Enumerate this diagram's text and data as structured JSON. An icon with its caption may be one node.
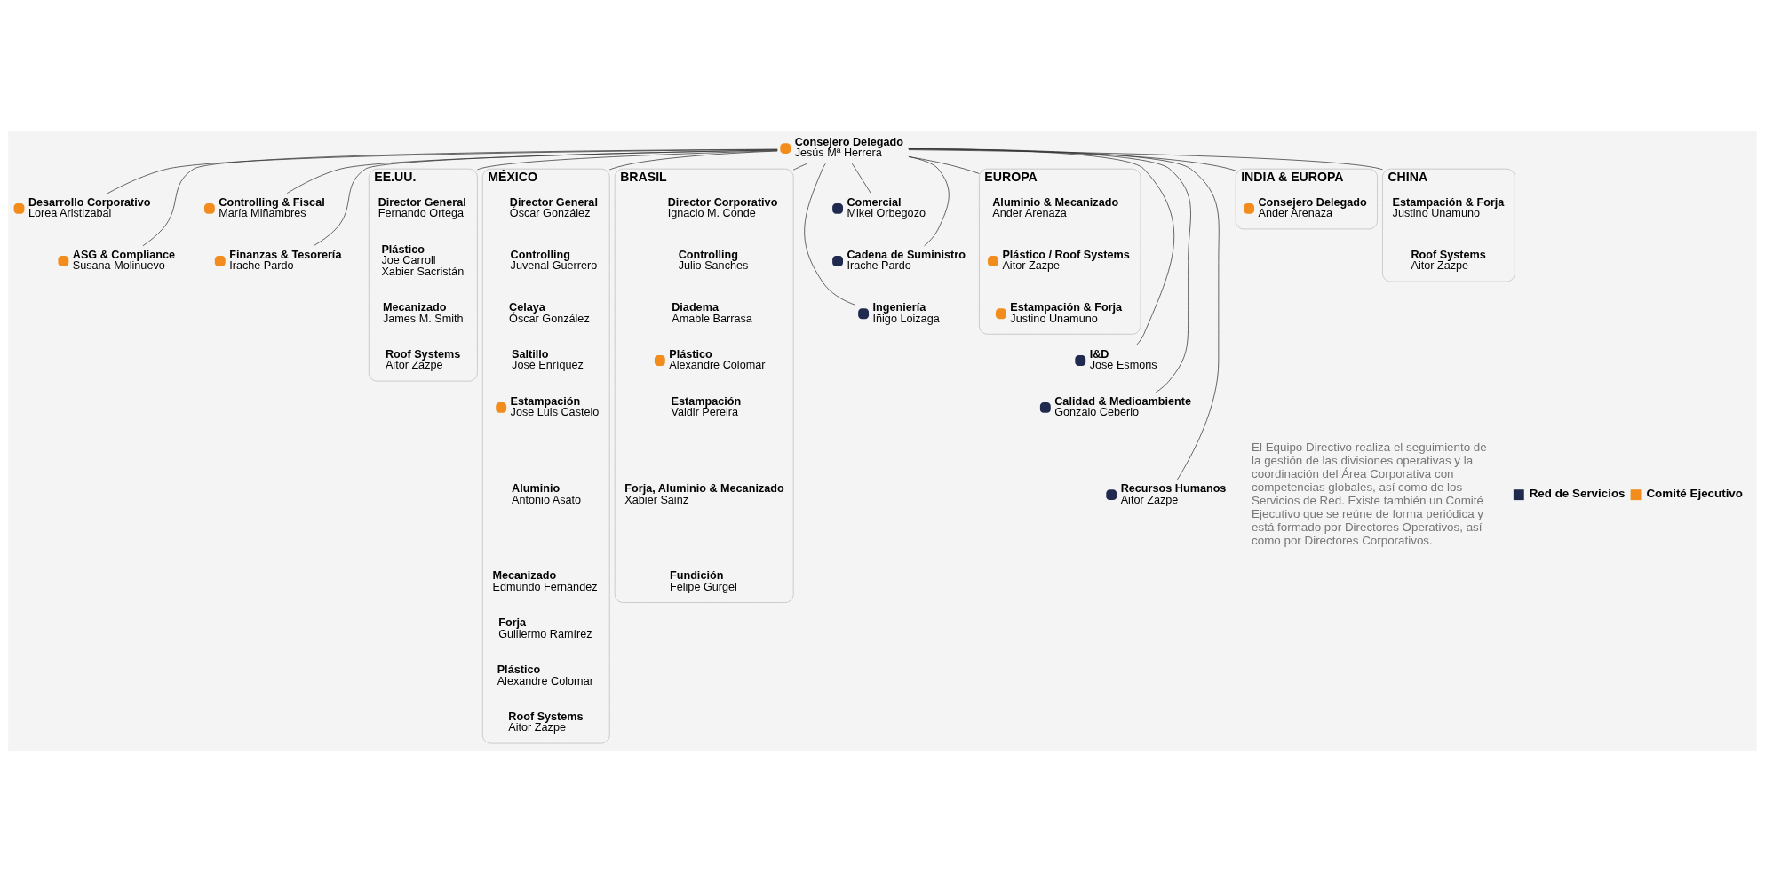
{
  "diagram": {
    "nodes": [
      {
        "text": [
          "Consejero Delegado",
          "Jesús Mª Herrera"
        ]
      },
      {
        "text": [
          "Desarrollo Corporativo",
          "Lorea Aristizabal"
        ]
      },
      {
        "text": [
          "Controlling & Fiscal",
          "María Miñambres"
        ]
      },
      {
        "text": [
          "ASG & Compliance",
          "Susana Molinuevo"
        ]
      },
      {
        "text": [
          "Finanzas & Tesorería",
          "Irache Pardo"
        ]
      },
      {
        "text": [
          "Comercial",
          "Mikel Orbegozo"
        ]
      },
      {
        "text": [
          "Cadena de Suministro",
          "Irache Pardo"
        ]
      },
      {
        "text": [
          "Ingeniería",
          "Iñigo Loizaga"
        ]
      },
      {
        "text": [
          "I&D",
          "Jose Esmoris"
        ]
      },
      {
        "text": [
          "Calidad & Medioambiente",
          "Gonzalo Ceberio"
        ]
      },
      {
        "text": [
          "Recursos Humanos",
          "Aitor Zazpe"
        ]
      },
      {
        "text": [
          "EE.UU."
        ]
      },
      {
        "text": [
          "Director General",
          "Fernando Ortega"
        ],
        "in": 11
      },
      {
        "text": [
          "Plástico",
          "Joe Carroll",
          "Xabier Sacristán"
        ],
        "in": 11
      },
      {
        "text": [
          "Mecanizado",
          "James M. Smith"
        ],
        "in": 11
      },
      {
        "text": [
          "Roof Systems",
          "Aitor Zazpe"
        ],
        "in": 11
      },
      {
        "text": [
          "MÉXICO"
        ]
      },
      {
        "text": [
          "Director General",
          "Óscar González"
        ],
        "in": 16
      },
      {
        "text": [
          "Controlling",
          "Juvenal Guerrero"
        ],
        "in": 16
      },
      {
        "text": [
          "Celaya",
          "Óscar González"
        ],
        "in": 16
      },
      {
        "text": [
          "Saltillo",
          "José Enríquez"
        ],
        "in": 16
      },
      {
        "text": [
          "Estampación",
          "Jose Luis Castelo"
        ],
        "in": 16
      },
      {
        "text": [
          "Aluminio",
          "Antonio Asato"
        ],
        "in": 16
      },
      {
        "text": [
          "Mecanizado",
          "Edmundo Fernández"
        ],
        "in": 16
      },
      {
        "text": [
          "Forja",
          "Guillermo Ramírez"
        ],
        "in": 16
      },
      {
        "text": [
          "Plástico",
          "Alexandre Colomar"
        ],
        "in": 16
      },
      {
        "text": [
          "Roof Systems",
          "Aitor Zazpe"
        ],
        "in": 16
      },
      {
        "text": [
          "BRASIL"
        ]
      },
      {
        "text": [
          "Director Corporativo",
          "Ignacio M. Conde"
        ],
        "in": 27
      },
      {
        "text": [
          "Controlling",
          "Julio Sanches"
        ],
        "in": 27
      },
      {
        "text": [
          "Diadema",
          "Amable Barrasa"
        ],
        "in": 27
      },
      {
        "text": [
          "Plástico",
          "Alexandre Colomar"
        ],
        "in": 27
      },
      {
        "text": [
          "Estampación",
          "Valdir Pereira"
        ],
        "in": 27
      },
      {
        "text": [
          "Forja, Aluminio & Mecanizado",
          "Xabier Sainz"
        ],
        "in": 27
      },
      {
        "text": [
          "Fundición",
          "Felipe Gurgel"
        ],
        "in": 27
      },
      {
        "text": [
          "EUROPA"
        ]
      },
      {
        "text": [
          "Aluminio & Mecanizado",
          "Ander Arenaza"
        ],
        "in": 35
      },
      {
        "text": [
          "Plástico / Roof Systems",
          "Aitor Zazpe"
        ],
        "in": 35
      },
      {
        "text": [
          "Estampación & Forja",
          "Justino Unamuno"
        ],
        "in": 35
      },
      {
        "text": [
          "INDIA & EUROPA"
        ]
      },
      {
        "text": [
          "Consejero Delegado",
          "Ander Arenaza"
        ],
        "in": 39
      },
      {
        "text": [
          "CHINA"
        ]
      },
      {
        "text": [
          "Estampación & Forja",
          "Justino Unamuno"
        ],
        "in": 41
      },
      {
        "text": [
          "Roof Systems",
          "Aitor Zazpe"
        ],
        "in": 41
      }
    ],
    "edges": [
      {
        "from": 0,
        "to": 1,
        "arrow": "none"
      },
      {
        "from": 0,
        "to": 2,
        "arrow": "none"
      },
      {
        "from": 0,
        "to": 3,
        "arrow": "none"
      },
      {
        "from": 0,
        "to": 4,
        "arrow": "none"
      },
      {
        "from": 0,
        "to": 5,
        "arrow": "none"
      },
      {
        "from": 0,
        "to": 6,
        "arrow": "none"
      },
      {
        "from": 0,
        "to": 7,
        "arrow": "none"
      },
      {
        "from": 0,
        "to": 8,
        "arrow": "none"
      },
      {
        "from": 0,
        "to": 9,
        "arrow": "none"
      },
      {
        "from": 0,
        "to": 10,
        "arrow": "none"
      },
      {
        "from": 0,
        "to": 11,
        "arrow": "none"
      },
      {
        "from": 0,
        "to": 16,
        "arrow": "none"
      },
      {
        "from": 0,
        "to": 27,
        "arrow": "none"
      },
      {
        "from": 0,
        "to": 35,
        "arrow": "none"
      },
      {
        "from": 0,
        "to": 39,
        "arrow": "none"
      },
      {
        "from": 0,
        "to": 41,
        "arrow": "none"
      }
    ],
    "labels": [
      "El Equipo Directivo realiza el seguimiento de la gestión de las divisiones operativas y la coordinación del Área Corporativa con competencias globales, así como de los Servicios de Red. Existe también un Comité Ejecutivo que se reúne de forma periódica y está formado por Directores Operativos, así como por Directores Corporativos."
    ],
    "legend": [
      {
        "text": "Red de Servicios",
        "color": "#1f2a4e"
      },
      {
        "text": "Comité Ejecutivo",
        "color": "#f28c1c"
      }
    ]
  }
}
